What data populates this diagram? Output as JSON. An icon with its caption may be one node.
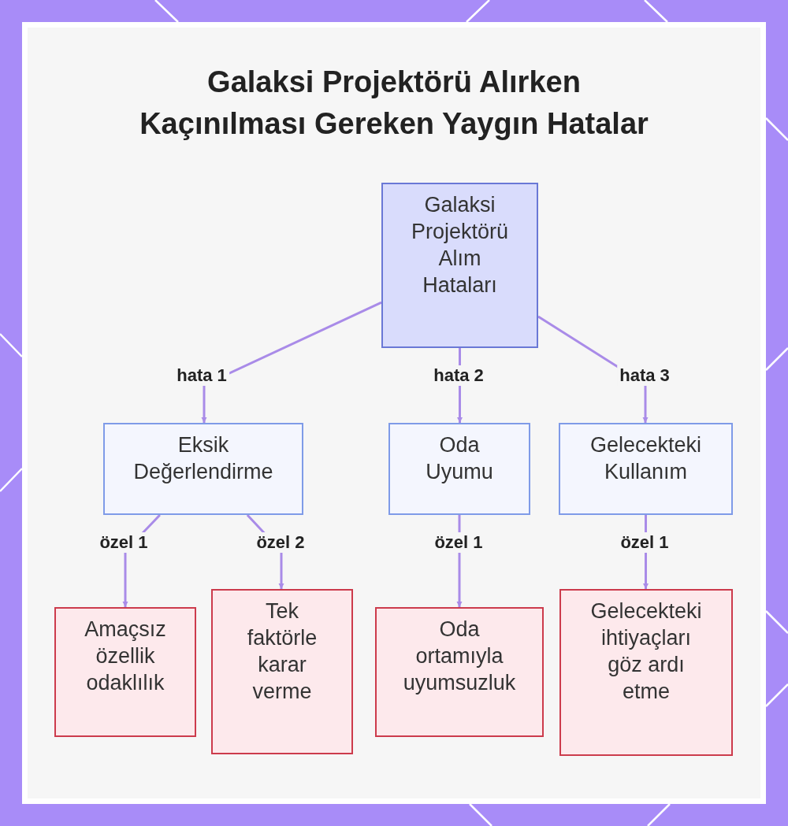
{
  "diagram": {
    "title": "Galaksi Projektörü Alırken Kaçınılması Gereken Yaygın Hatalar",
    "nodes": [
      {
        "text": [
          "Galaksi Projektörü Alım Hataları"
        ]
      },
      {
        "text": [
          "Eksik Değerlendirme"
        ]
      },
      {
        "text": [
          "Oda Uyumu"
        ]
      },
      {
        "text": [
          "Gelecekteki Kullanım"
        ]
      },
      {
        "text": [
          "Amaçsız özellik odaklılık"
        ]
      },
      {
        "text": [
          "Tek faktörle karar verme"
        ]
      },
      {
        "text": [
          "Oda ortamıyla uyumsuzluk"
        ]
      },
      {
        "text": [
          "Gelecekteki ihtiyaçları göz ardı etme"
        ]
      }
    ],
    "edges": [
      {
        "from": 0,
        "to": 1,
        "arrow": "to",
        "label": "hata 1"
      },
      {
        "from": 0,
        "to": 2,
        "arrow": "to",
        "label": "hata 2"
      },
      {
        "from": 0,
        "to": 3,
        "arrow": "to",
        "label": "hata 3"
      },
      {
        "from": 1,
        "to": 4,
        "arrow": "to",
        "label": "özel 1"
      },
      {
        "from": 1,
        "to": 5,
        "arrow": "to",
        "label": "özel 2"
      },
      {
        "from": 2,
        "to": 6,
        "arrow": "to",
        "label": "özel 1"
      },
      {
        "from": 3,
        "to": 7,
        "arrow": "to",
        "label": "özel 1"
      }
    ]
  }
}
